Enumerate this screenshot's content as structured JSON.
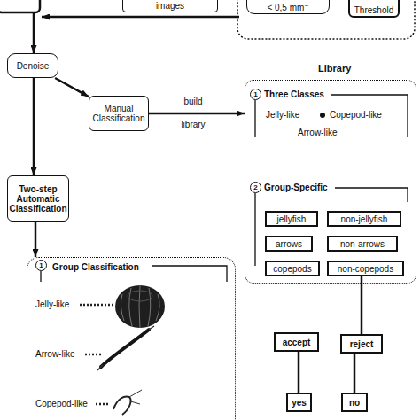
{
  "diagram": {
    "nodes": [
      {
        "text": [
          "images"
        ]
      },
      {
        "text": [
          "< 0,5 mm⁻"
        ]
      },
      {
        "text": [
          "Threshold"
        ]
      },
      {
        "text": [
          "Denoise"
        ]
      },
      {
        "text": [
          "Manual Classification"
        ]
      },
      {
        "text": [
          "Library"
        ]
      },
      {
        "text": [
          "jellyfish"
        ],
        "in": 5
      },
      {
        "text": [
          "non-jellyfish"
        ],
        "in": 5
      },
      {
        "text": [
          "arrows"
        ],
        "in": 5
      },
      {
        "text": [
          "non-arrows"
        ],
        "in": 5
      },
      {
        "text": [
          "copepods"
        ],
        "in": 5
      },
      {
        "text": [
          "non-copepods"
        ],
        "in": 5
      },
      {
        "text": [
          "Two-step Automatic Classification"
        ]
      },
      {
        "text": [
          "Group Classification"
        ]
      },
      {
        "text": [
          "accept"
        ]
      },
      {
        "text": [
          "reject"
        ]
      },
      {
        "text": [
          "yes"
        ]
      },
      {
        "text": [
          "no"
        ]
      }
    ],
    "edges": [
      {
        "from": 3,
        "to": 12,
        "arrow": "to"
      },
      {
        "from": 3,
        "to": 4,
        "arrow": "to"
      },
      {
        "from": 4,
        "to": 5,
        "label": "build library",
        "arrow": "to"
      },
      {
        "from": 12,
        "to": 13,
        "arrow": "to"
      },
      {
        "from": 11,
        "to": 15,
        "arrow": "none"
      },
      {
        "from": 16,
        "to": 14,
        "arrow": "none"
      },
      {
        "from": 17,
        "to": 15,
        "arrow": "none"
      }
    ],
    "labels": [
      "1",
      "Three Classes",
      "Jelly-like",
      "Copepod-like",
      "Arrow-like",
      "2",
      "Group-Specific",
      "1",
      "Jelly-like",
      "Arrow-like",
      "Copepod-like"
    ]
  }
}
